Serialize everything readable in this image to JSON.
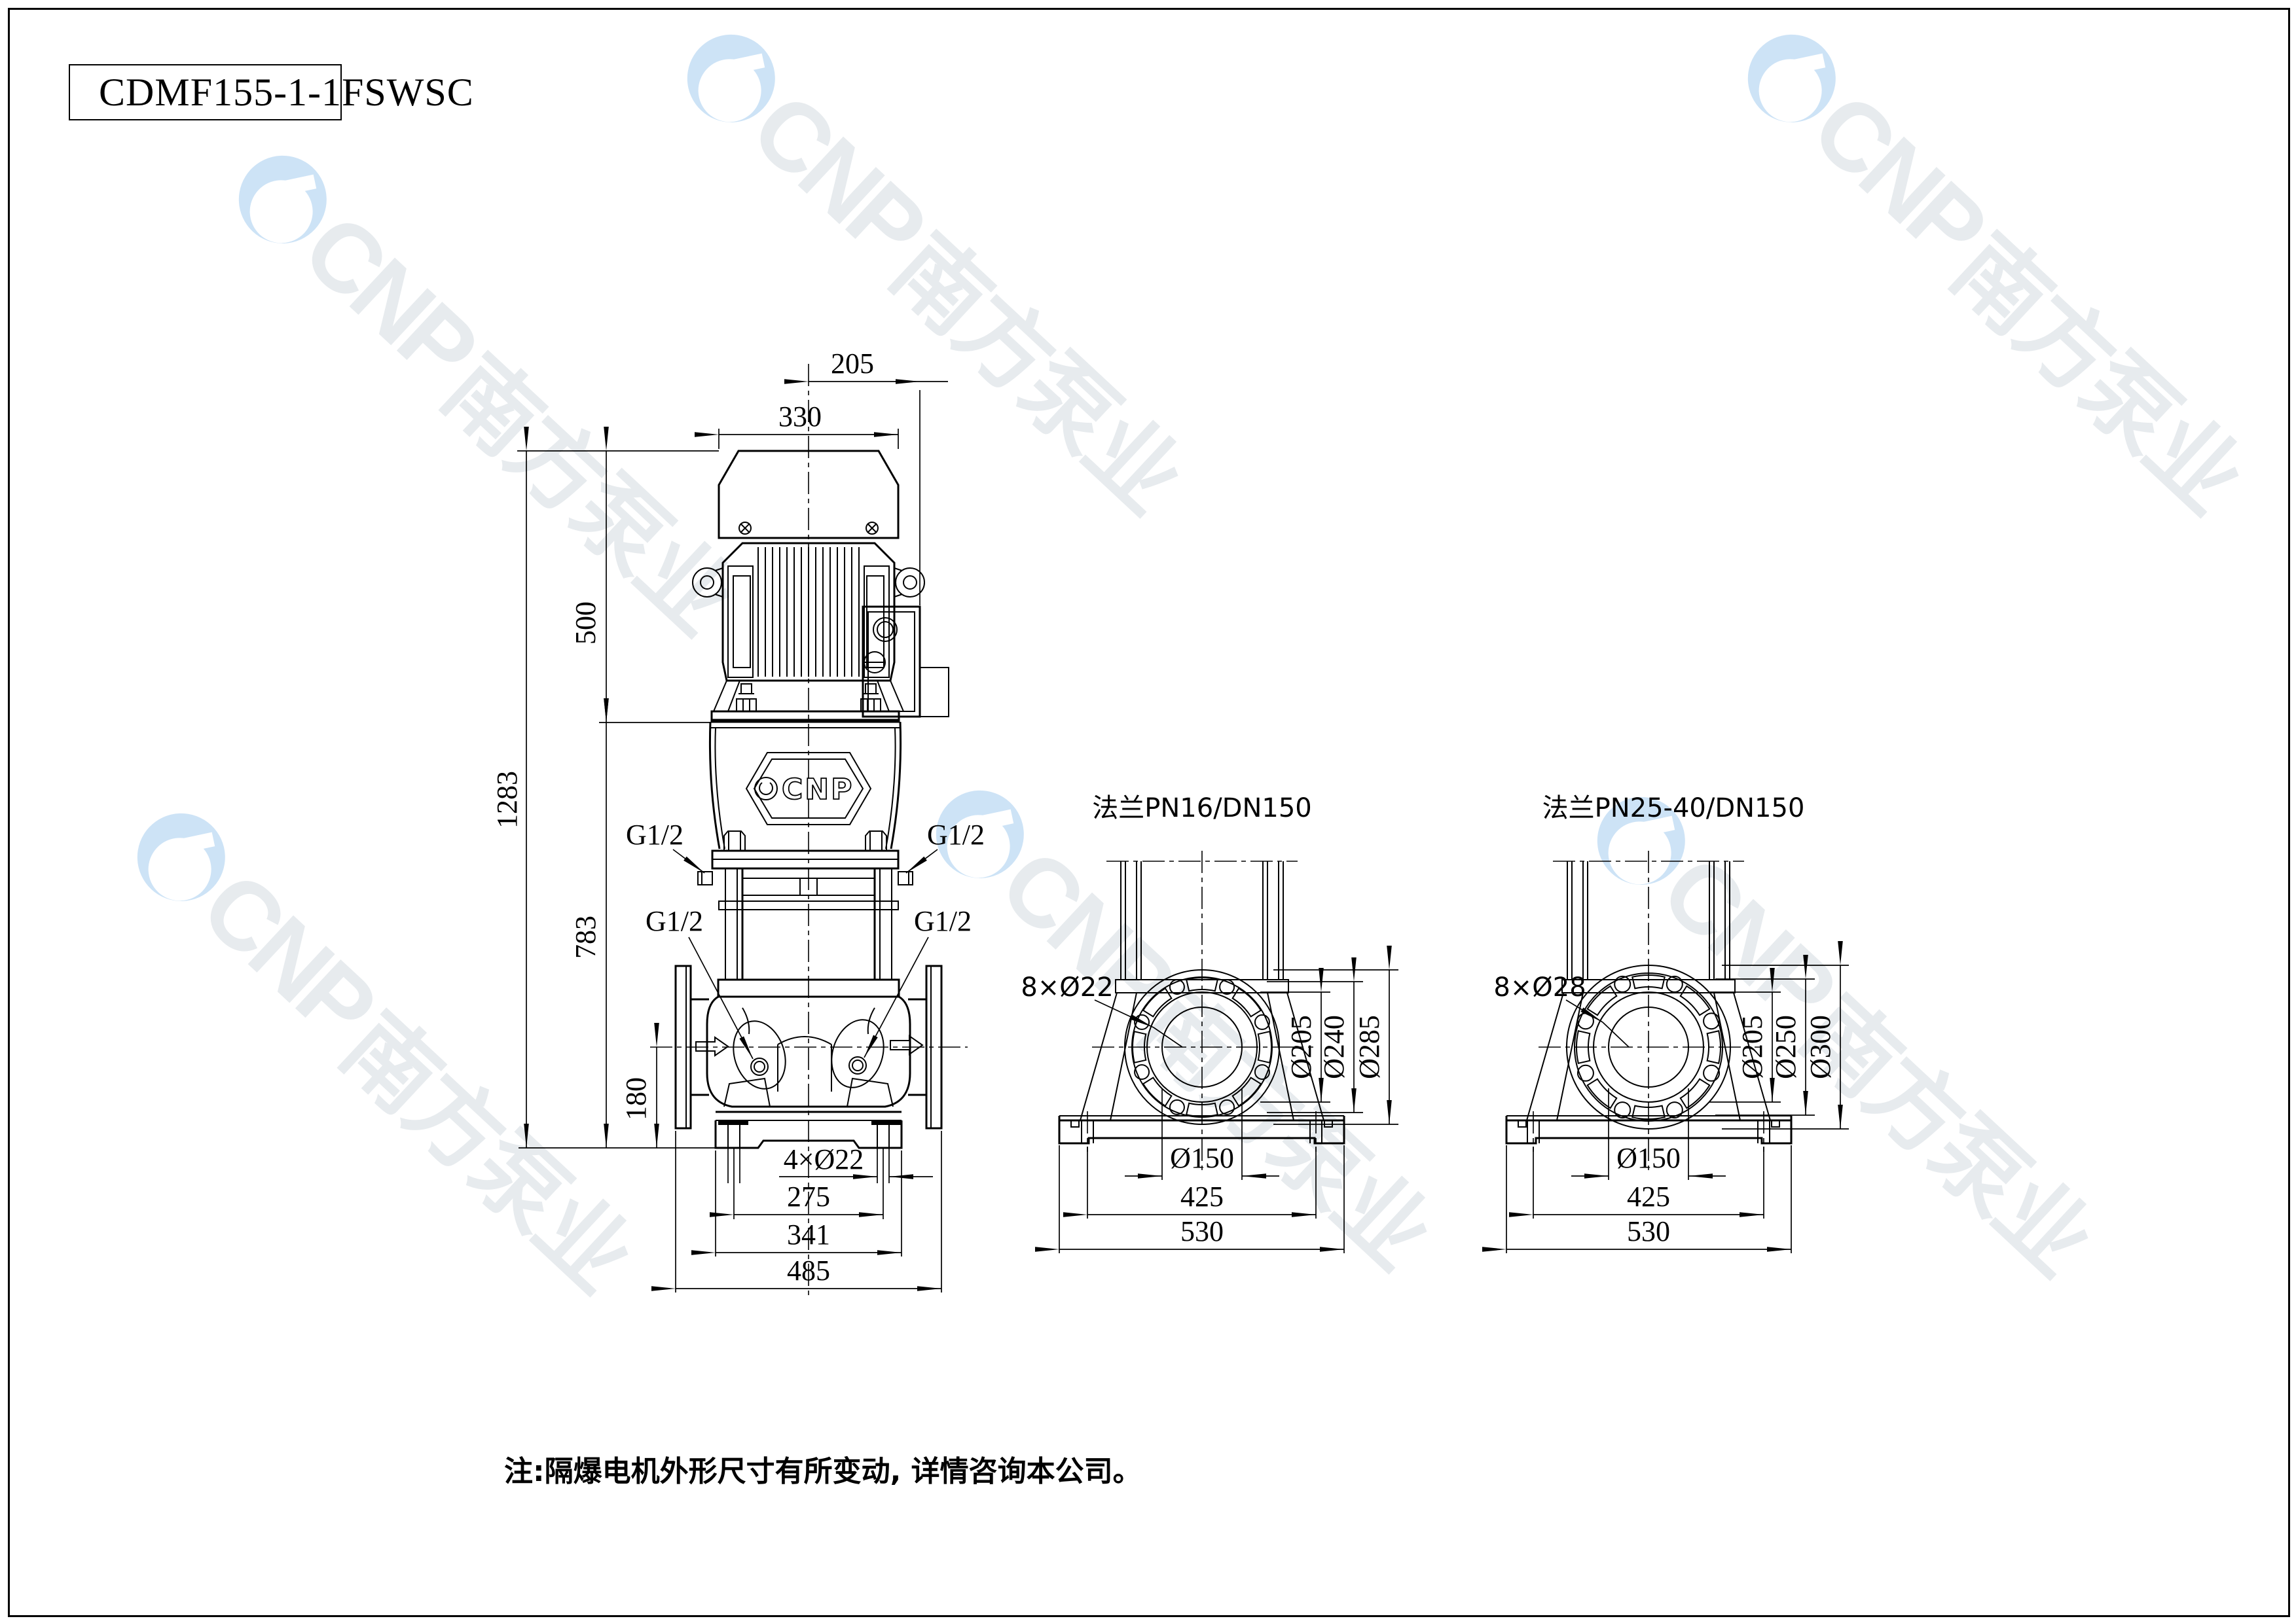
{
  "page": {
    "title_box": "CDMF155-1-1FSWSC",
    "note": "注:隔爆电机外形尺寸有所变动, 详情咨询本公司。"
  },
  "watermark": {
    "brand": "CNP",
    "brand_cjk": "南方泵业"
  },
  "badge": {
    "brand": "CNP"
  },
  "front_view": {
    "dims": {
      "d205": "205",
      "d330": "330",
      "d500": "500",
      "d1283": "1283",
      "d783": "783",
      "d180": "180",
      "holes": "4×Ø22",
      "d275": "275",
      "d341": "341",
      "d485": "485"
    },
    "port_thread": "G1/2"
  },
  "flange_pn16": {
    "title": "法兰PN16/DN150",
    "holes": "8×Ø22",
    "d205": "Ø205",
    "d240": "Ø240",
    "d285": "Ø285",
    "bore": "Ø150",
    "d425": "425",
    "d530": "530"
  },
  "flange_pn25": {
    "title": "法兰PN25-40/DN150",
    "holes": "8×Ø28",
    "d205": "Ø205",
    "d250": "Ø250",
    "d300": "Ø300",
    "bore": "Ø150",
    "d425": "425",
    "d530": "530"
  }
}
